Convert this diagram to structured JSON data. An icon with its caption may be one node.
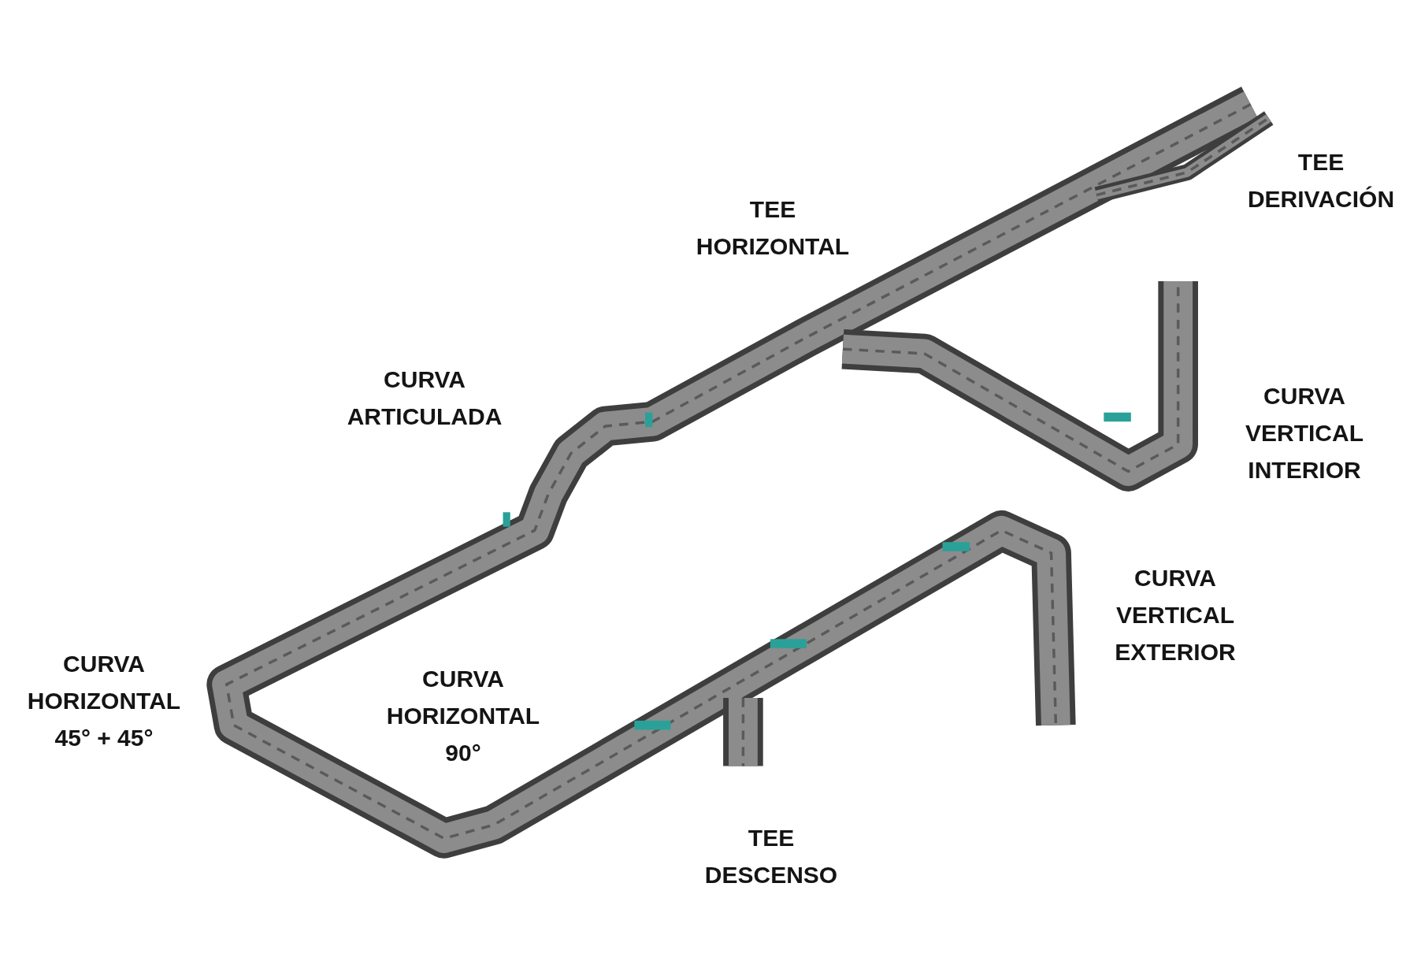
{
  "diagram": {
    "labels": [
      "TEE DERIVACIÓN",
      "TEE HORIZONTAL",
      "CURVA ARTICULADA",
      "CURVA VERTICAL INTERIOR",
      "CURVA VERTICAL EXTERIOR",
      "CURVA HORIZONTAL 45° + 45°",
      "CURVA HORIZONTAL 90°",
      "TEE DESCENSO"
    ]
  }
}
